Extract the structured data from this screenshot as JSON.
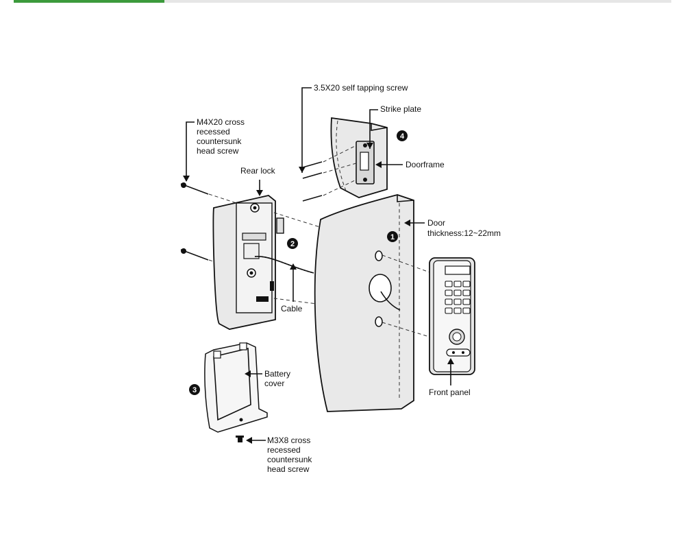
{
  "labels": {
    "tapping_screw": "3.5X20 self tapping screw",
    "strike_plate": "Strike plate",
    "doorframe": "Doorframe",
    "m4_screw": [
      "M4X20 cross",
      "recessed",
      "countersunk",
      "head screw"
    ],
    "rear_lock": "Rear lock",
    "door": [
      "Door",
      "thickness:12~22mm"
    ],
    "cable": "Cable",
    "battery_cover": [
      "Battery",
      "cover"
    ],
    "front_panel": "Front panel",
    "m3_screw": [
      "M3X8 cross",
      "recessed",
      "countersunk",
      "head screw"
    ]
  },
  "steps": [
    "1",
    "2",
    "3",
    "4"
  ]
}
